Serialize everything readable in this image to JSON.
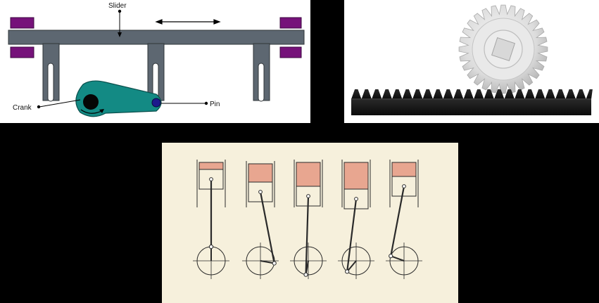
{
  "slider_crank": {
    "labels": {
      "slider": "Slider",
      "crank": "Crank",
      "pin": "Pin"
    },
    "colors": {
      "frame": "#5d6771",
      "crank": "#138a84",
      "pin": "#1c1a8c",
      "blocks": "#76127a"
    }
  },
  "rack_and_pinion": {
    "colors": {
      "gear": "#e6e6e6",
      "rack": "#141414"
    }
  },
  "piston_sequence": {
    "frame_count": 5,
    "colors": {
      "piston": "#e8a690",
      "background": "#f6f0dc",
      "lines": "#2a2a2a"
    }
  }
}
